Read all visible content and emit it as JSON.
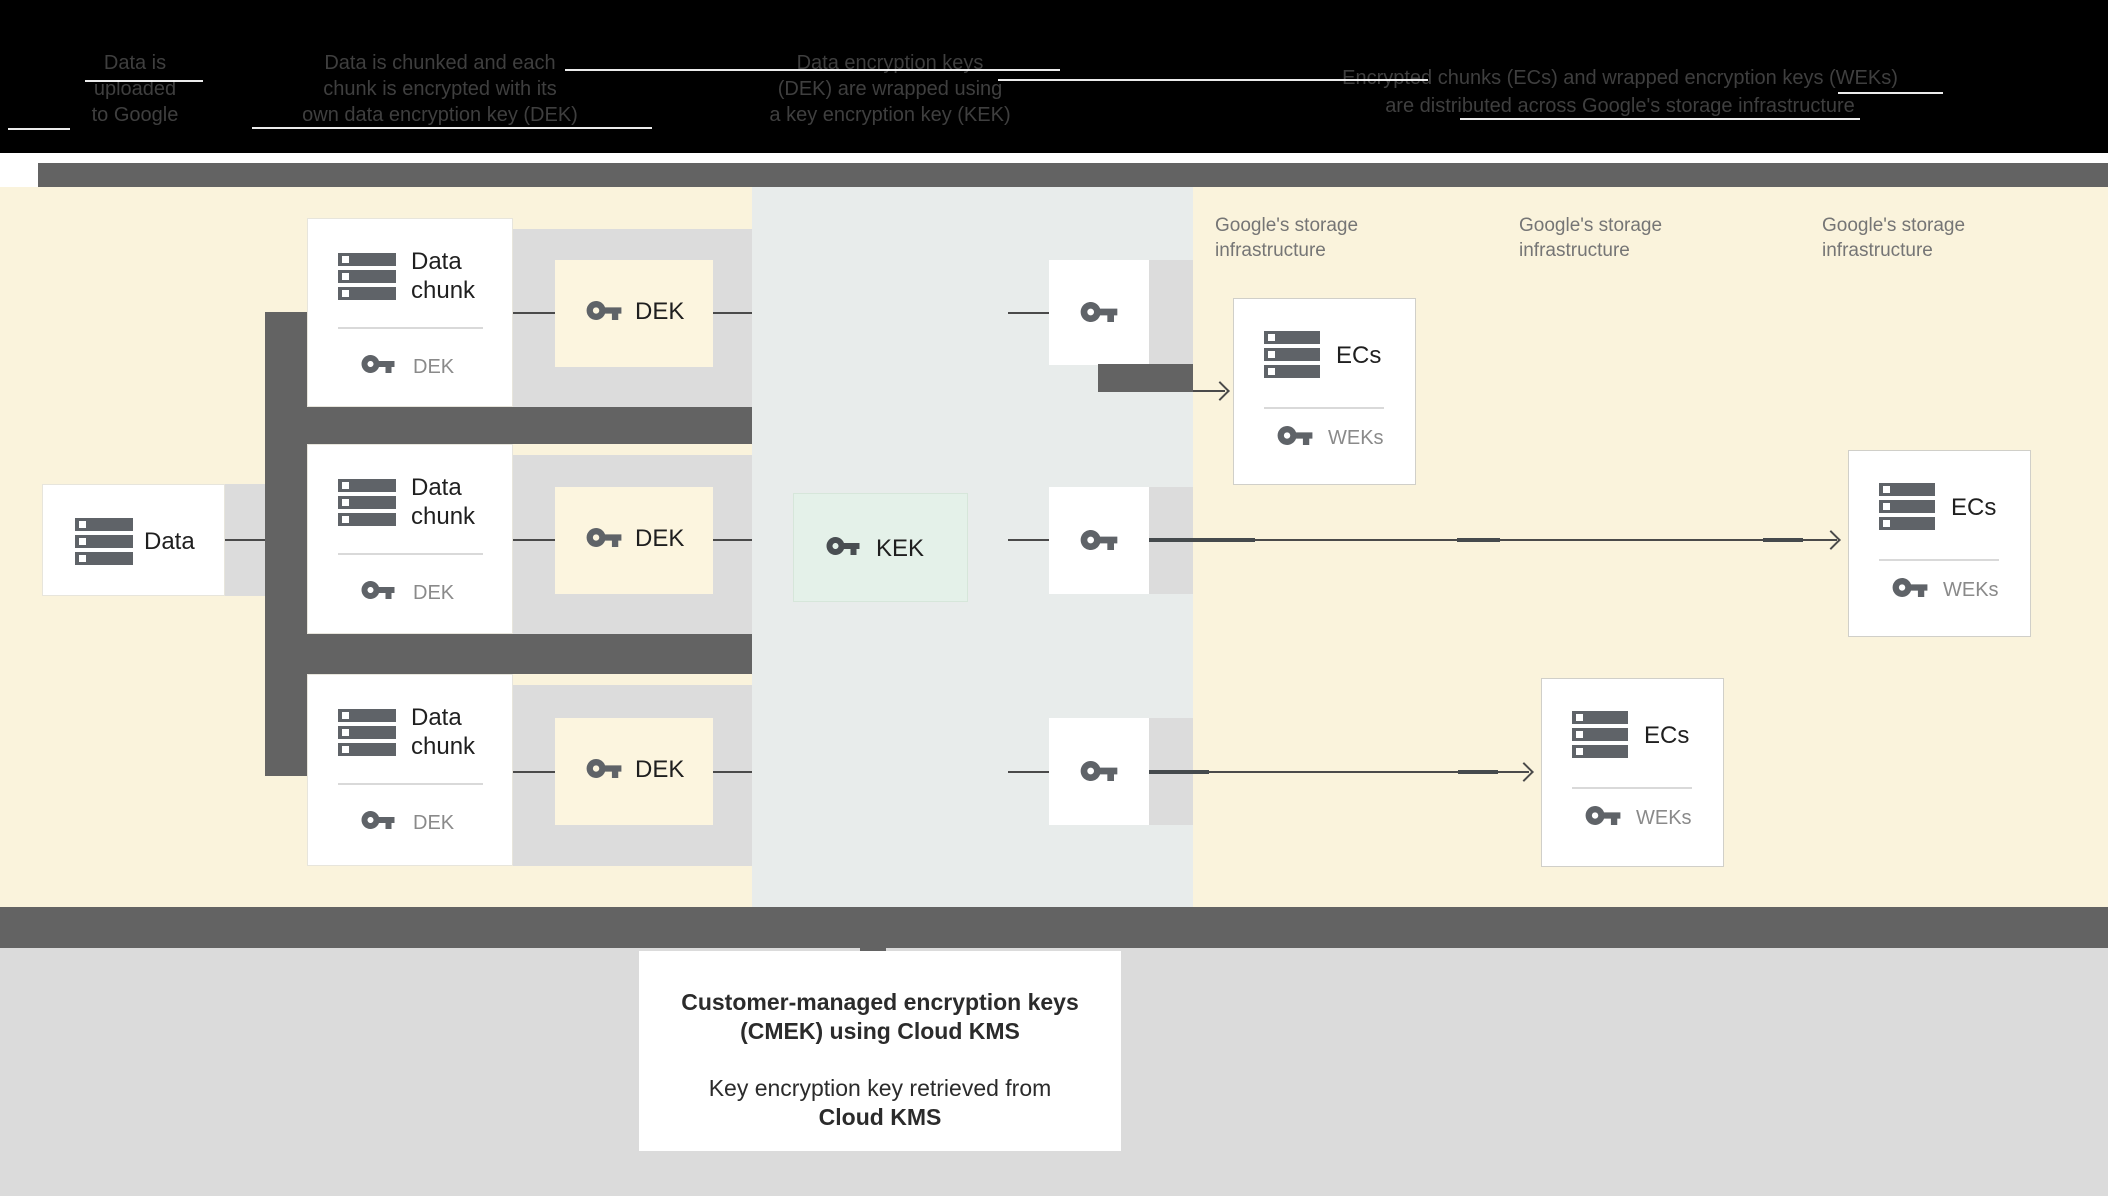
{
  "header": {
    "captions": [
      {
        "lines": [
          "Data is",
          "uploaded",
          "to Google"
        ]
      },
      {
        "lines": [
          "Data is chunked and each",
          "chunk is encrypted with its",
          "own data encryption key (DEK)"
        ]
      },
      {
        "lines": [
          "Data encryption keys",
          "(DEK) are wrapped using",
          "a key encryption key (KEK)"
        ]
      },
      {
        "lines": [
          "Encrypted chunks (ECs) and wrapped encryption keys (WEKs)",
          "are distributed across Google's storage infrastructure"
        ]
      }
    ]
  },
  "diagram": {
    "data_box": {
      "label": "Data"
    },
    "chunks": [
      {
        "title": "Data chunk",
        "key_label": "DEK"
      },
      {
        "title": "Data chunk",
        "key_label": "DEK"
      },
      {
        "title": "Data chunk",
        "key_label": "DEK"
      }
    ],
    "dek_boxes": [
      {
        "label": "DEK"
      },
      {
        "label": "DEK"
      },
      {
        "label": "DEK"
      }
    ],
    "kek_box": {
      "label": "KEK"
    },
    "storage_labels": [
      "Google's storage infrastructure",
      "Google's storage infrastructure",
      "Google's storage infrastructure"
    ],
    "ecs_boxes": [
      {
        "title": "ECs",
        "key_label": "WEKs"
      },
      {
        "title": "ECs",
        "key_label": "WEKs"
      },
      {
        "title": "ECs",
        "key_label": "WEKs"
      }
    ]
  },
  "caption": {
    "line1_bold": "Customer-managed encryption keys",
    "line2_bold": "(CMEK) using Cloud KMS",
    "line3": "Key encryption key retrieved from",
    "line4_bold": "Cloud KMS"
  },
  "colors": {
    "header_bg": "#000000",
    "header_text": "#3f3f3f",
    "cream_region": "#faf3dc",
    "kms_column": "#e8eceb",
    "dark_gray": "#636363",
    "light_gray": "#dcdcdc",
    "kek_fill": "#e4f1e9",
    "dek_fill": "#fcf5df",
    "bottom_bg": "#dbdbdb",
    "icon_gray": "#5f6368",
    "label_gray": "#757575",
    "arrow": "#4a4a4a"
  }
}
